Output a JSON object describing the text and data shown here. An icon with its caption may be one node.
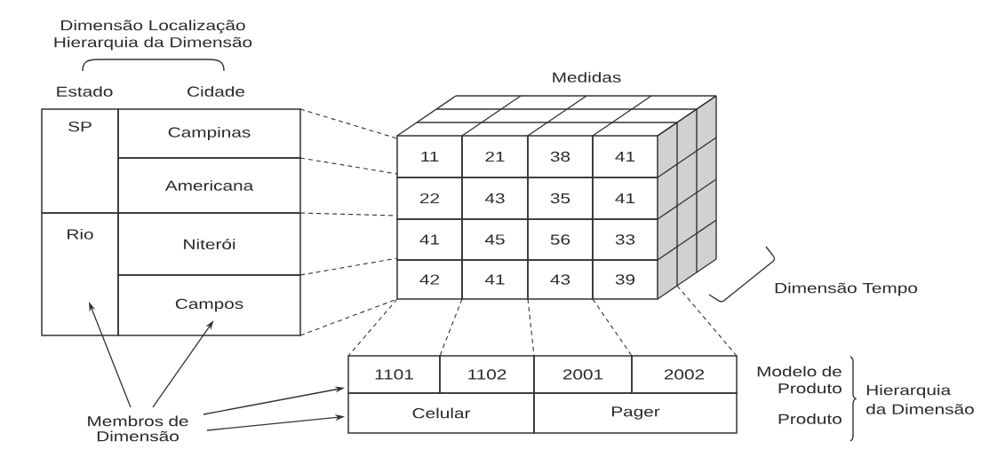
{
  "diagram": {
    "nodes": [
      {
        "text": [
          "SP"
        ]
      },
      {
        "text": [
          "Campinas"
        ]
      },
      {
        "text": [
          "Americana"
        ]
      },
      {
        "text": [
          "Rio"
        ]
      },
      {
        "text": [
          "Niterói"
        ]
      },
      {
        "text": [
          "Campos"
        ]
      },
      {
        "text": [
          "11"
        ]
      },
      {
        "text": [
          "21"
        ]
      },
      {
        "text": [
          "38"
        ]
      },
      {
        "text": [
          "41"
        ]
      },
      {
        "text": [
          "22"
        ]
      },
      {
        "text": [
          "43"
        ]
      },
      {
        "text": [
          "35"
        ]
      },
      {
        "text": [
          "41"
        ]
      },
      {
        "text": [
          "41"
        ]
      },
      {
        "text": [
          "45"
        ]
      },
      {
        "text": [
          "56"
        ]
      },
      {
        "text": [
          "33"
        ]
      },
      {
        "text": [
          "42"
        ]
      },
      {
        "text": [
          "41"
        ]
      },
      {
        "text": [
          "43"
        ]
      },
      {
        "text": [
          "39"
        ]
      },
      {
        "text": [
          "1101"
        ]
      },
      {
        "text": [
          "1102"
        ]
      },
      {
        "text": [
          "2001"
        ]
      },
      {
        "text": [
          "2002"
        ]
      },
      {
        "text": [
          "Celular"
        ]
      },
      {
        "text": [
          "Pager"
        ]
      },
      {
        "text": [
          "Membros de Dimensão"
        ]
      }
    ],
    "edges": [
      {
        "from": 28,
        "to": 3,
        "arrow": "to"
      },
      {
        "from": 28,
        "to": 5,
        "arrow": "to"
      },
      {
        "from": 28,
        "to": 22,
        "arrow": "to"
      },
      {
        "from": 28,
        "to": 26,
        "arrow": "to"
      },
      {
        "from": 1,
        "to": 6,
        "arrow": "none",
        "style": "dashed"
      },
      {
        "from": 2,
        "to": 10,
        "arrow": "none",
        "style": "dashed"
      },
      {
        "from": 4,
        "to": 14,
        "arrow": "none",
        "style": "dashed"
      },
      {
        "from": 5,
        "to": 18,
        "arrow": "none",
        "style": "dashed"
      },
      {
        "from": 5,
        "to": 18,
        "arrow": "none",
        "style": "dashed"
      },
      {
        "from": 18,
        "to": 22,
        "arrow": "none",
        "style": "dashed"
      },
      {
        "from": 19,
        "to": 23,
        "arrow": "none",
        "style": "dashed"
      },
      {
        "from": 20,
        "to": 24,
        "arrow": "none",
        "style": "dashed"
      },
      {
        "from": 21,
        "to": 25,
        "arrow": "none",
        "style": "dashed"
      },
      {
        "from": 21,
        "to": 25,
        "arrow": "none",
        "style": "dashed"
      }
    ],
    "labels": [
      "Dimensão Localização",
      "Hierarquia da Dimensão",
      "Estado",
      "Cidade",
      "Medidas",
      "Dimensão Tempo",
      "Modelo de Produto",
      "Produto",
      "Hierarquia",
      "da Dimensão"
    ]
  }
}
